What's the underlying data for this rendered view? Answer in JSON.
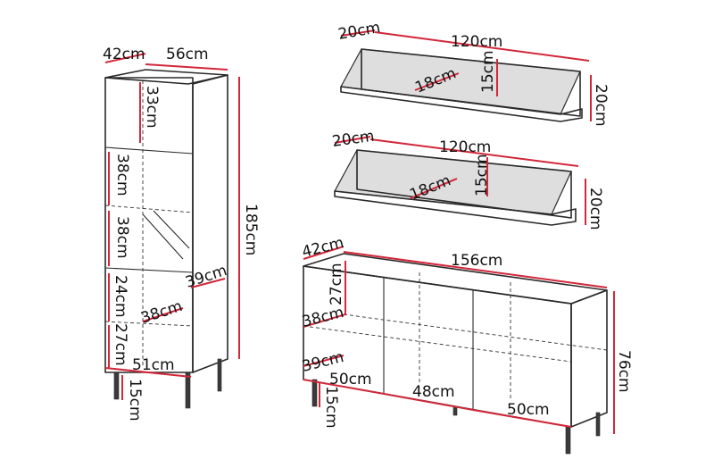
{
  "colors": {
    "dimension_line": "#d1283a",
    "outline": "#2a2a2a",
    "label": "#111111"
  },
  "cabinet": {
    "depth": "42cm",
    "width": "56cm",
    "top_compartment": "33cm",
    "middle_compartment_upper": "38cm",
    "middle_compartment_lower": "38cm",
    "total_height": "185cm",
    "lower_depth": "39cm",
    "lower_shelf_depth": "38cm",
    "lower_compartment_upper": "24cm",
    "lower_compartment_lower": "27cm",
    "lower_width": "51cm",
    "leg_height": "15cm"
  },
  "shelf_top": {
    "depth": "20cm",
    "width": "120cm",
    "inner_depth": "18cm",
    "back_height": "15cm",
    "height": "20cm"
  },
  "shelf_bottom": {
    "depth": "20cm",
    "width": "120cm",
    "inner_depth": "18cm",
    "back_height": "15cm",
    "height": "20cm"
  },
  "sideboard": {
    "depth": "42cm",
    "width": "156cm",
    "compartment_height": "27cm",
    "shelf_depth": "38cm",
    "inner_depth": "39cm",
    "left_section": "50cm",
    "middle_section": "48cm",
    "right_section": "50cm",
    "leg_height": "15cm",
    "total_height": "76cm"
  }
}
